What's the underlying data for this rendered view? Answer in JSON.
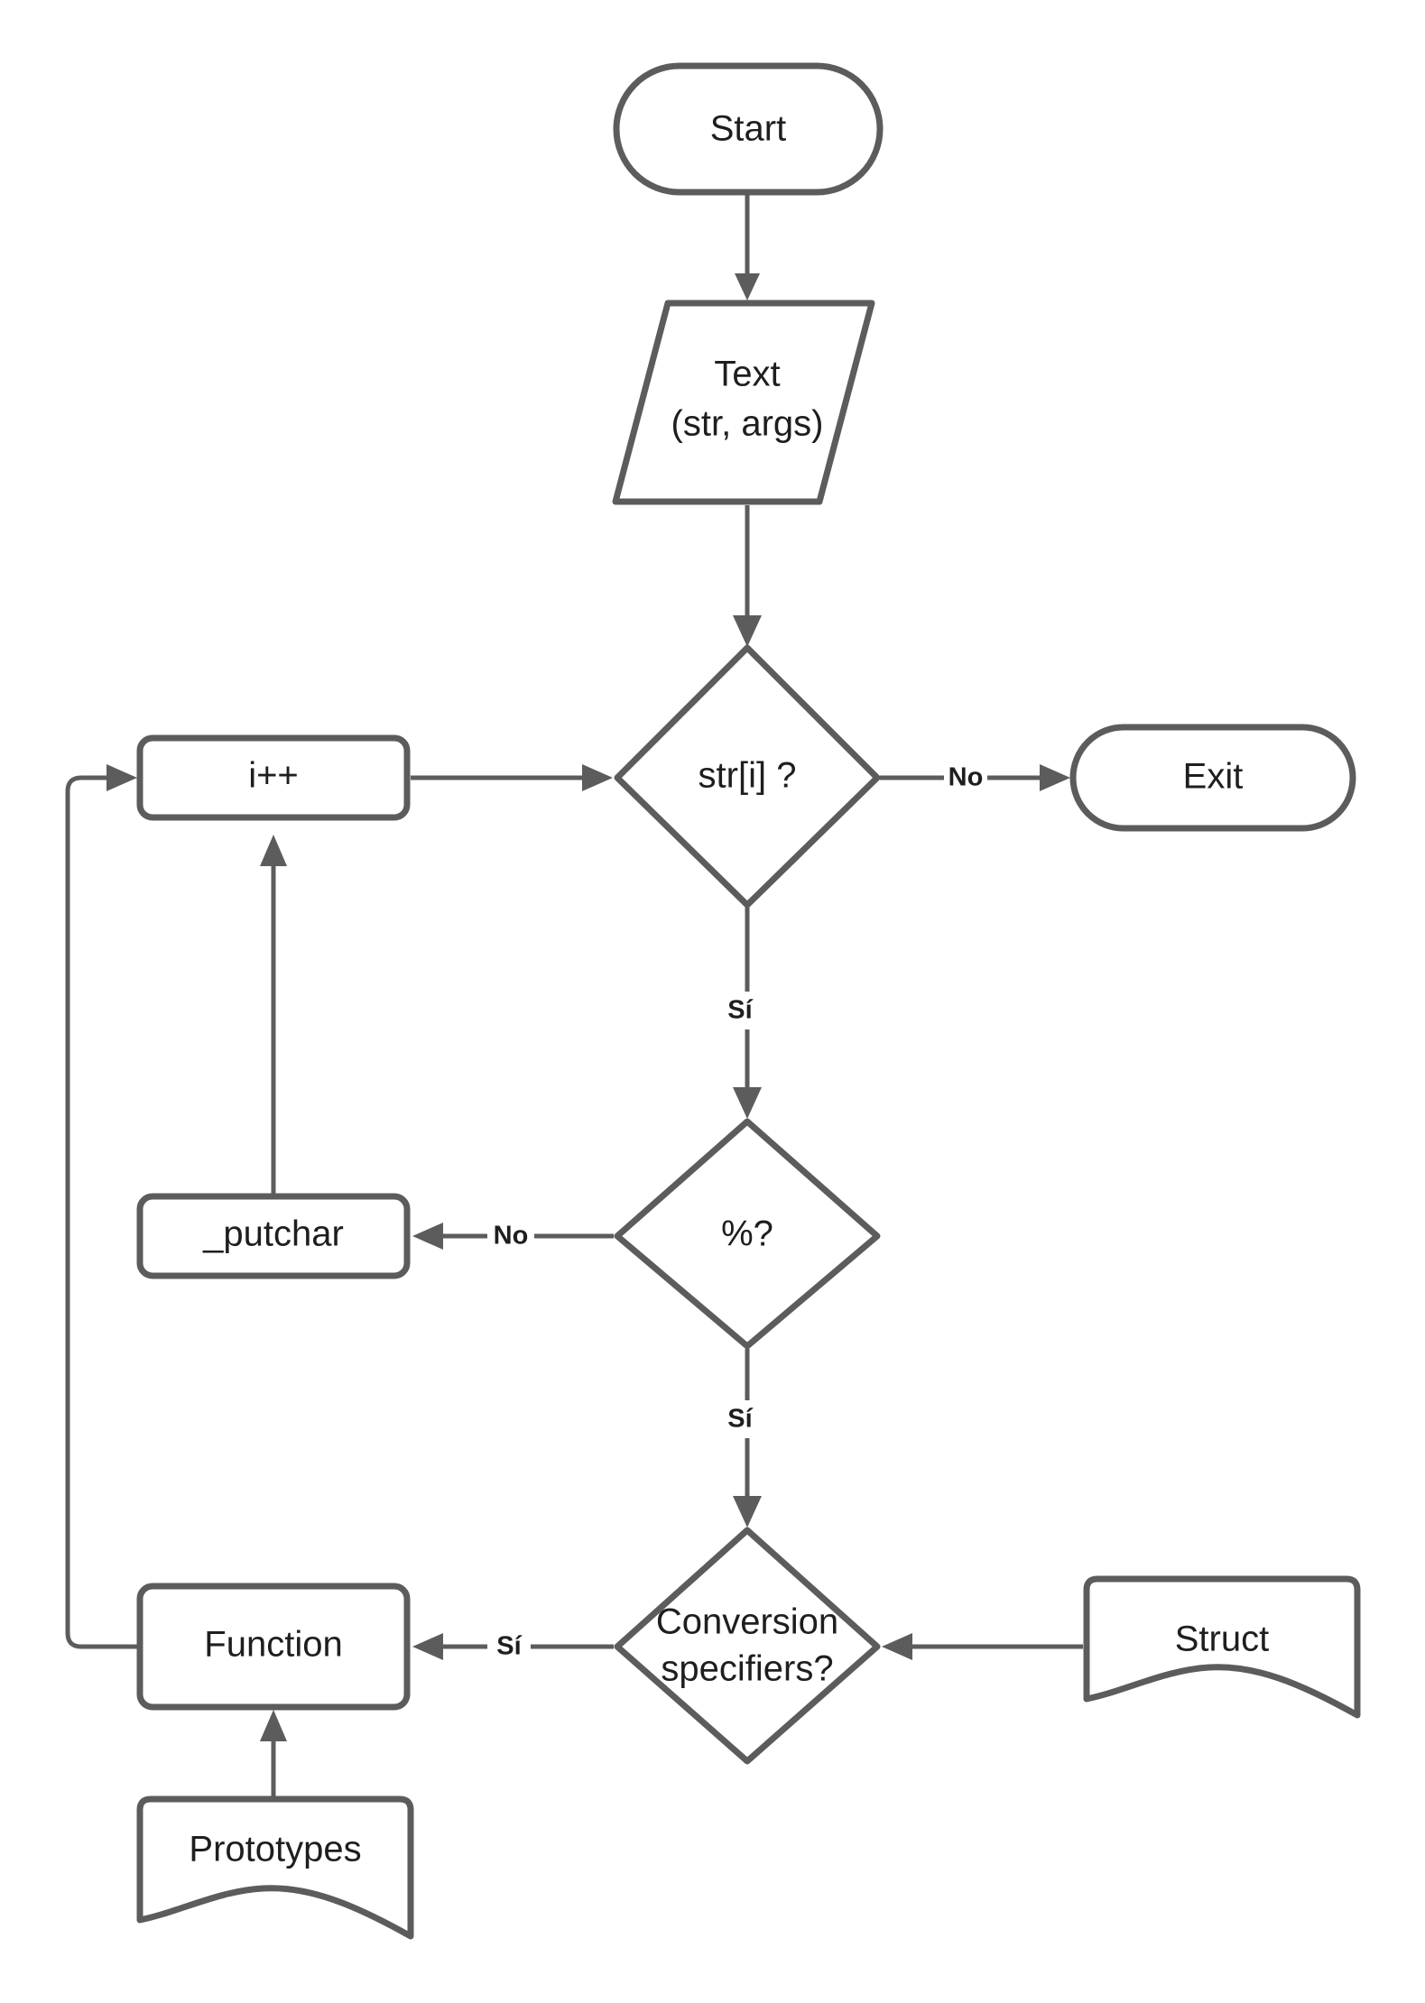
{
  "diagram": {
    "type": "flowchart",
    "orientation": "top-to-bottom",
    "background_color": "#ffffff",
    "stroke_color": "#5c5c5c",
    "text_color": "#1e1e1e",
    "nodes": [
      {
        "id": "start",
        "shape": "stadium",
        "label": "Start"
      },
      {
        "id": "text",
        "shape": "parallelogram",
        "label_line1": "Text",
        "label_line2": "(str, args)"
      },
      {
        "id": "stri",
        "shape": "diamond",
        "label": "str[i] ?"
      },
      {
        "id": "iplusplus",
        "shape": "rounded-rect",
        "label": "i++"
      },
      {
        "id": "exit",
        "shape": "stadium",
        "label": "Exit"
      },
      {
        "id": "percent",
        "shape": "diamond",
        "label": "%?"
      },
      {
        "id": "putchar",
        "shape": "rounded-rect",
        "label": "_putchar"
      },
      {
        "id": "conversion",
        "shape": "diamond",
        "label_line1": "Conversion",
        "label_line2": "specifiers?"
      },
      {
        "id": "function",
        "shape": "rounded-rect",
        "label": "Function"
      },
      {
        "id": "struct",
        "shape": "document",
        "label": "Struct"
      },
      {
        "id": "prototypes",
        "shape": "document",
        "label": "Prototypes"
      }
    ],
    "edges": [
      {
        "from": "start",
        "to": "text",
        "label": ""
      },
      {
        "from": "text",
        "to": "stri",
        "label": ""
      },
      {
        "from": "iplusplus",
        "to": "stri",
        "label": ""
      },
      {
        "from": "stri",
        "to": "exit",
        "label": "No"
      },
      {
        "from": "stri",
        "to": "percent",
        "label": "Sí"
      },
      {
        "from": "percent",
        "to": "putchar",
        "label": "No"
      },
      {
        "from": "percent",
        "to": "conversion",
        "label": "Sí"
      },
      {
        "from": "putchar",
        "to": "iplusplus",
        "label": ""
      },
      {
        "from": "conversion",
        "to": "function",
        "label": "Sí"
      },
      {
        "from": "struct",
        "to": "conversion",
        "label": ""
      },
      {
        "from": "prototypes",
        "to": "function",
        "label": ""
      },
      {
        "from": "function",
        "to": "iplusplus",
        "label": ""
      }
    ],
    "labels": {
      "no_1": "No",
      "si_1": "Sí",
      "no_2": "No",
      "si_2": "Sí",
      "si_3": "Sí"
    }
  }
}
